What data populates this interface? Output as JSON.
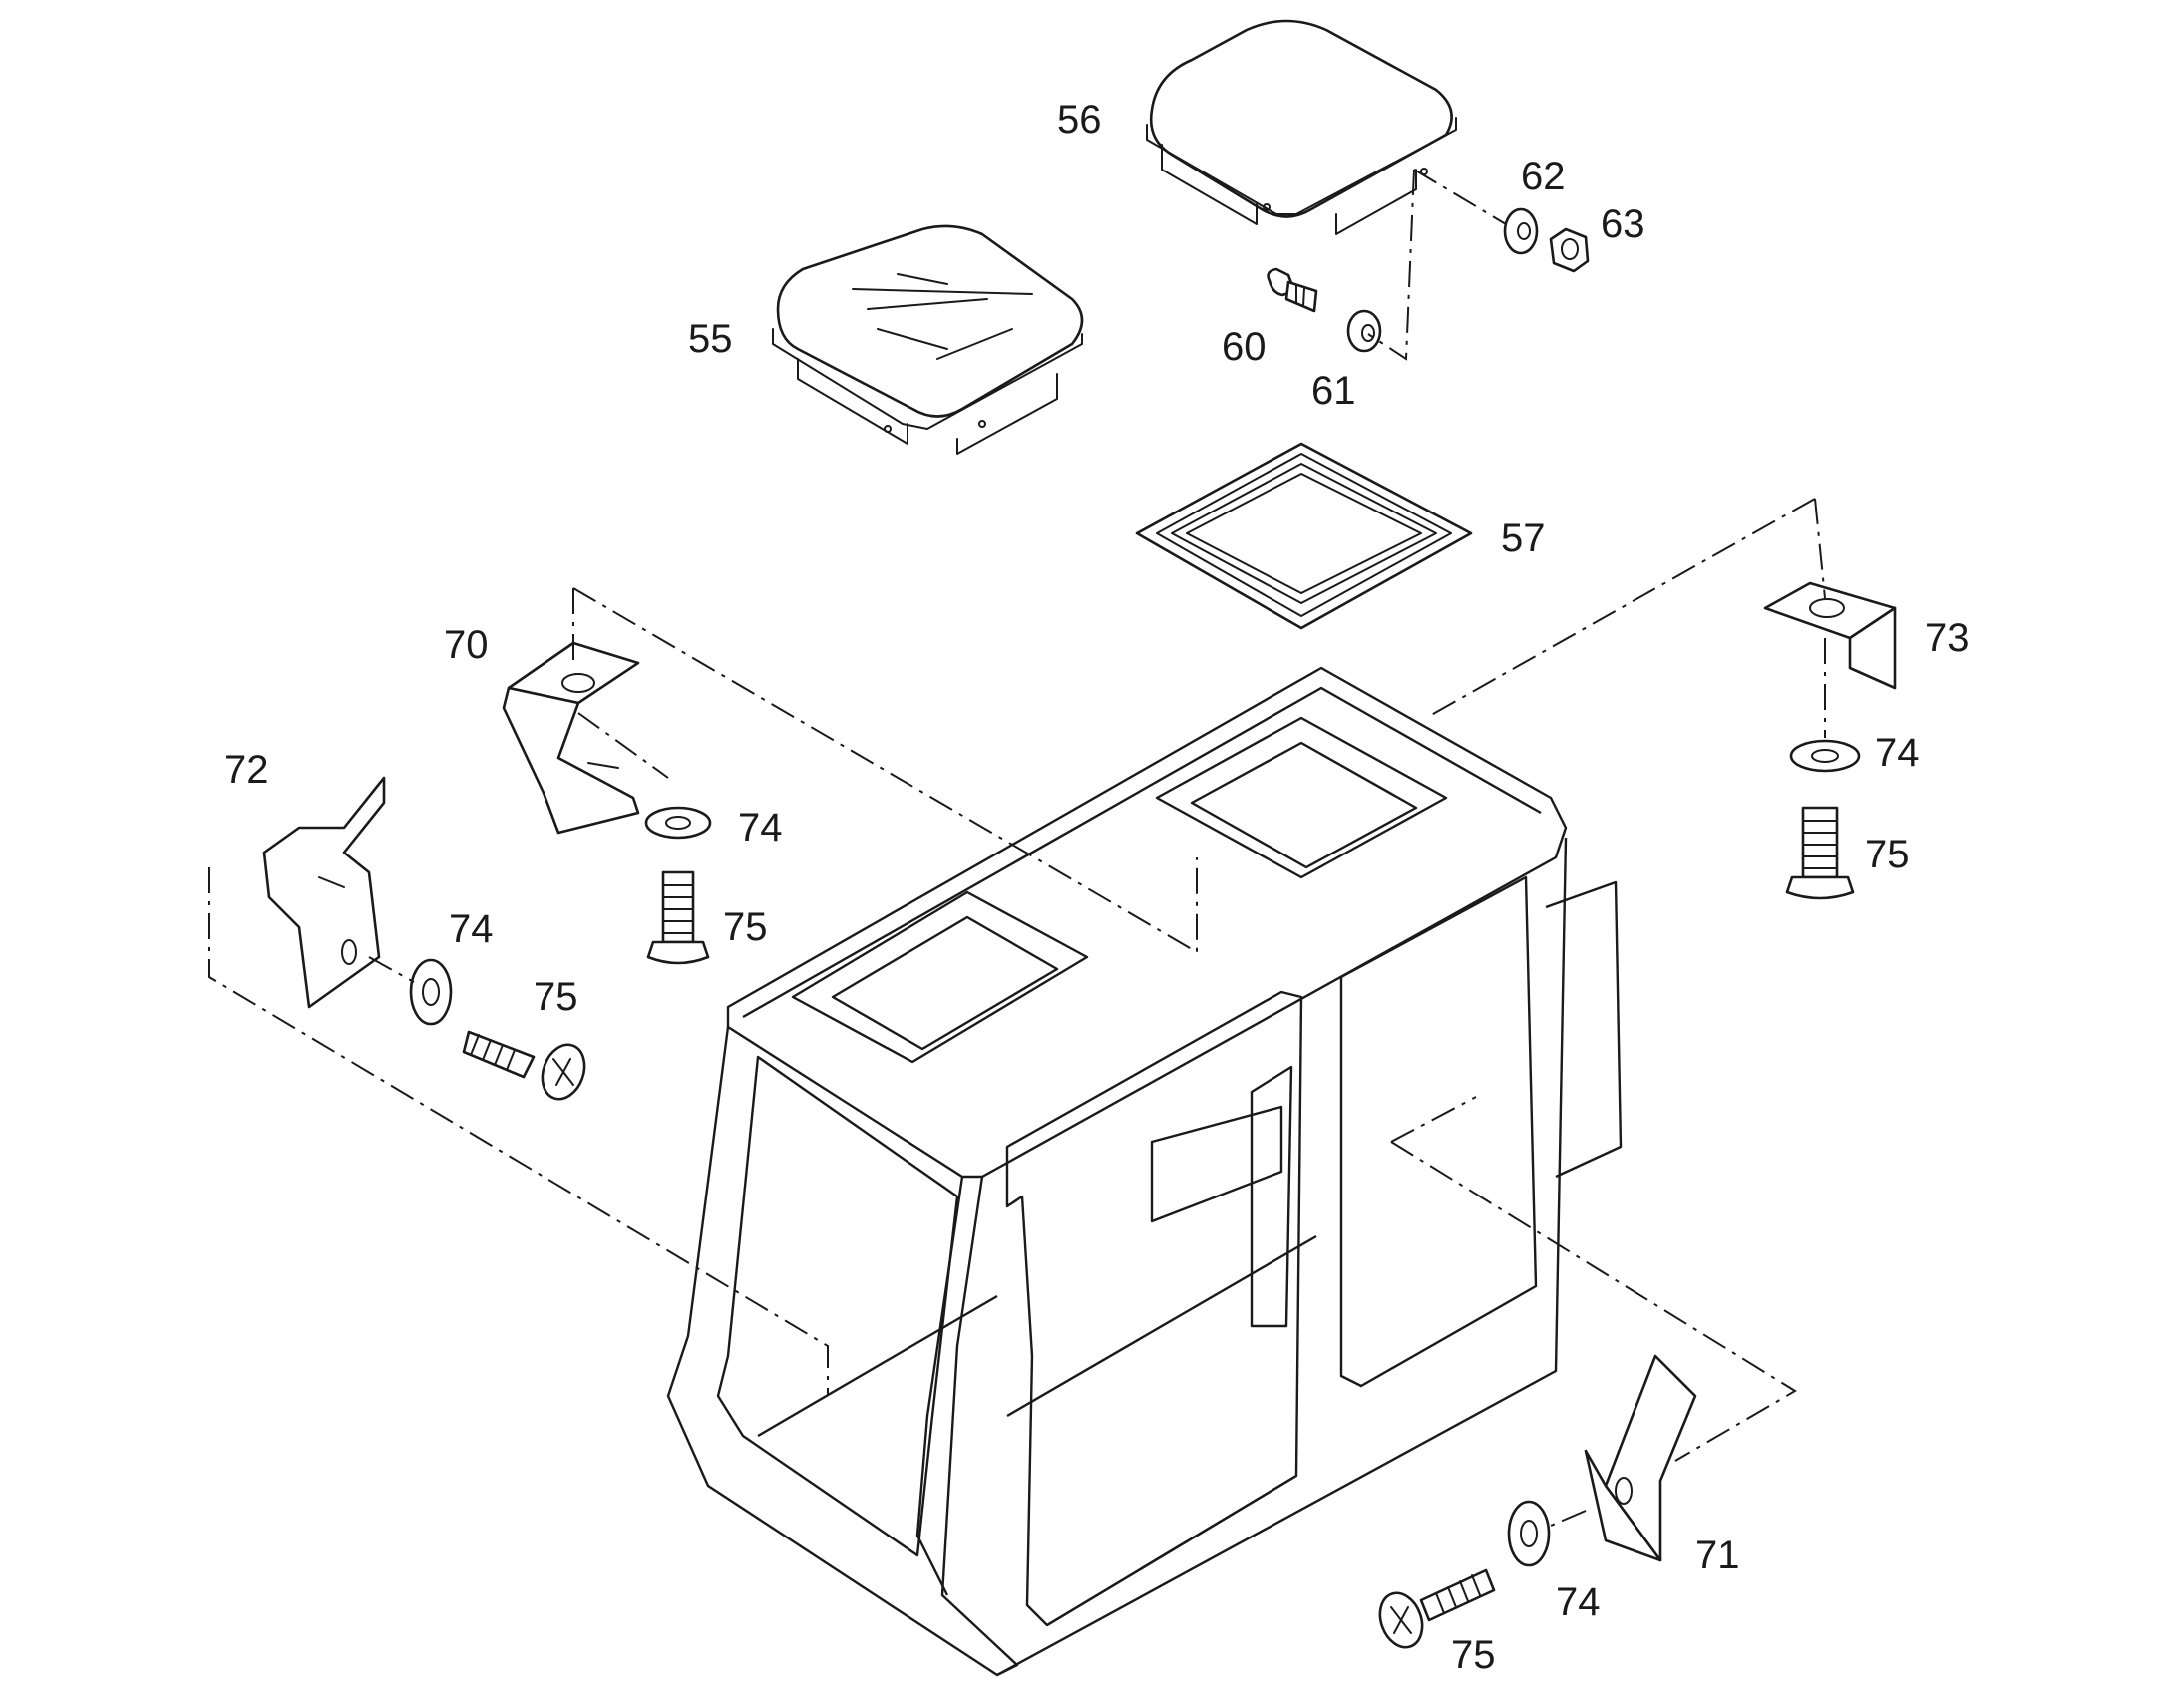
{
  "labels": {
    "p55": "55",
    "p56": "56",
    "p57": "57",
    "p60": "60",
    "p61": "61",
    "p62": "62",
    "p63": "63",
    "p70": "70",
    "p71": "71",
    "p72": "72",
    "p73": "73",
    "p74_left": "74",
    "p75_left": "75",
    "p74_mid": "74",
    "p75_mid": "75",
    "p74_right": "74",
    "p75_right": "75",
    "p74_bottom": "74",
    "p75_bottom": "75"
  },
  "colors": {
    "line": "#1a1a1a",
    "background": "#ffffff"
  }
}
